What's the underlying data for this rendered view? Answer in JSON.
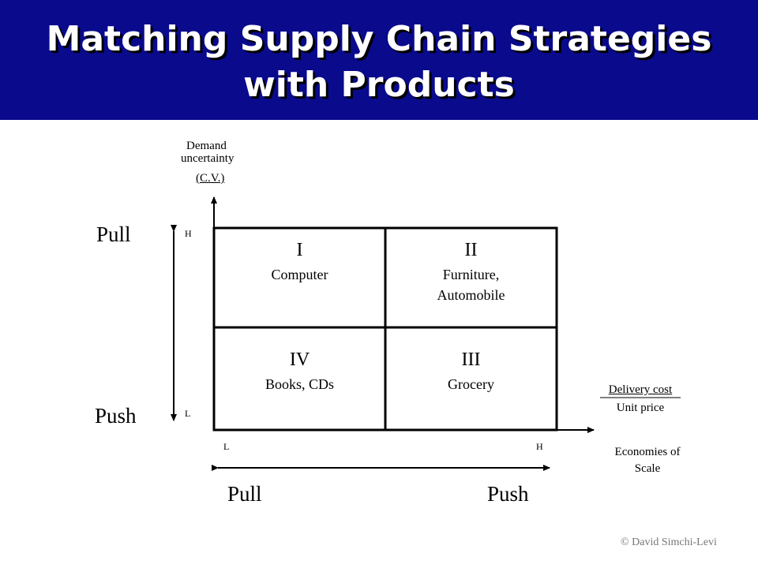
{
  "title": {
    "line1": "Matching Supply Chain Strategies",
    "line2": "with Products"
  },
  "y_axis": {
    "label_line1": "Demand",
    "label_line2": "uncertainty",
    "label_unit": "(C.V.)",
    "high": "H",
    "low": "L"
  },
  "x_axis": {
    "label_fraction_top": "Delivery cost",
    "label_fraction_bottom": "Unit price",
    "label_line2": "Economies of",
    "label_line3": "Scale",
    "low": "L",
    "high": "H"
  },
  "strategy_labels": {
    "vertical_top": "Pull",
    "vertical_bottom": "Push",
    "horizontal_left": "Pull",
    "horizontal_right": "Push"
  },
  "quadrants": [
    {
      "numeral": "I",
      "line1": "Computer",
      "line2": ""
    },
    {
      "numeral": "II",
      "line1": "Furniture,",
      "line2": "Automobile"
    },
    {
      "numeral": "IV",
      "line1": "Books, CDs",
      "line2": ""
    },
    {
      "numeral": "III",
      "line1": "Grocery",
      "line2": ""
    }
  ],
  "footer": {
    "copyright": "© David Simchi-Levi"
  }
}
